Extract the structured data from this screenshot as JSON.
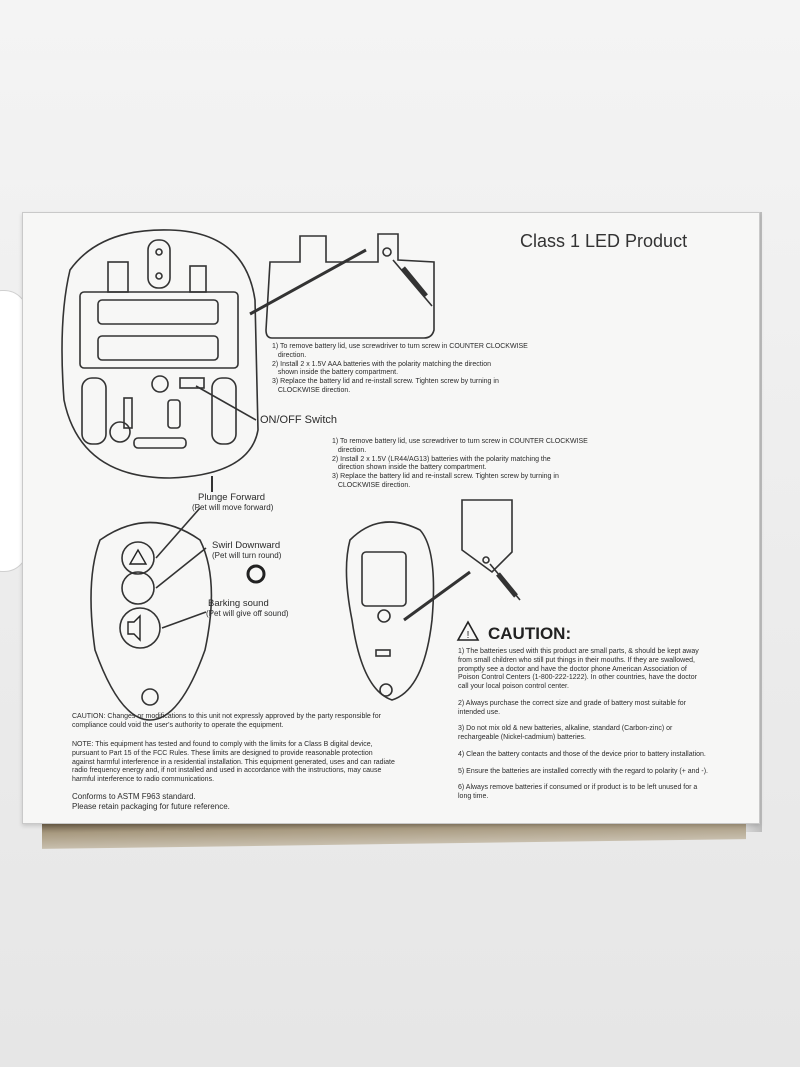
{
  "product_class": "Class 1 LED Product",
  "battery_steps_1": [
    "1) To remove battery lid, use screwdriver to turn screw in COUNTER CLOCKWISE",
    "   direction.",
    "2) Install 2 x 1.5V AAA batteries with the polarity matching the direction",
    "   shown inside the battery compartment.",
    "3) Replace the battery lid and re-install screw. Tighten screw by turning in",
    "   CLOCKWISE direction."
  ],
  "switch_label": "ON/OFF Switch",
  "battery_steps_2": [
    "1) To remove battery lid, use screwdriver to turn screw in COUNTER CLOCKWISE",
    "   direction.",
    "2) Install 2 x 1.5V (LR44/AG13) batteries with the polarity matching the",
    "   direction shown inside the battery compartment.",
    "3) Replace the battery lid and re-install screw. Tighten screw by turning in",
    "   CLOCKWISE direction."
  ],
  "remote": {
    "forward_title": "Plunge Forward",
    "forward_sub": "(Pet will move forward)",
    "swirl_title": "Swirl Downward",
    "swirl_sub": "(Pet will turn round)",
    "bark_title": "Barking sound",
    "bark_sub": "(Pet will give off sound)"
  },
  "caution_heading": "CAUTION:",
  "caution_items": [
    "1) The batteries used with this product are small parts, & should be kept away\nfrom small children who still put things in their mouths. If they are swallowed,\npromptly see a doctor and have the doctor phone American Association of\nPoison Control Centers (1-800-222-1222). In other countries, have the doctor\ncall your local poison control center.",
    "2) Always purchase the correct size and grade of battery most suitable for\nintended use.",
    "3) Do not mix old & new batteries, alkaline, standard (Carbon-zinc) or\nrechargeable (Nickel-cadmium) batteries.",
    "4) Clean the battery contacts and those of the device prior to battery installation.",
    "5) Ensure the batteries are installed correctly with the regard to polarity (+ and -).",
    "6) Always remove batteries if consumed or if product is to be left unused for a\nlong time."
  ],
  "fcc_caution": "CAUTION: Changes or modifications to this unit not expressly approved by the party responsible for\ncompliance could void the user's authority to operate the equipment.",
  "fcc_note": "NOTE: This equipment has tested and found to comply with the limits for a Class B digital device,\npursuant to Part 15 of the FCC Rules. These limits are designed to provide reasonable protection\nagainst harmful interference in a residential installation. This equipment generated, uses and can radiate\nradio frequency energy and, if not installed and used in accordance with the instructions, may cause\nharmful interference to radio communications.",
  "standard_line": "Conforms to ASTM F963 standard.",
  "retain_line": "Please retain packaging for future reference."
}
